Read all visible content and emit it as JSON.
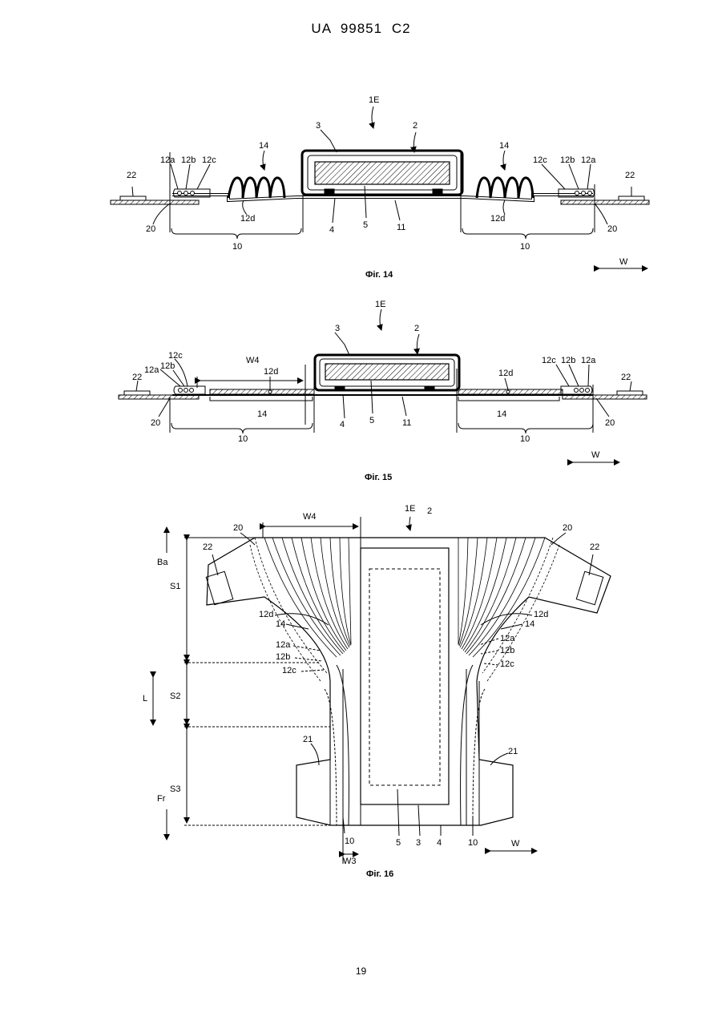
{
  "header": "UA   99851   C2",
  "page_number": "19",
  "fig14": {
    "caption": "Фіг. 14",
    "labels": {
      "ref1E": "1E",
      "ref2": "2",
      "ref3": "3",
      "ref14L": "14",
      "ref14R": "14",
      "ref12aL": "12a",
      "ref12bL": "12b",
      "ref12cL": "12c",
      "ref12cR": "12c",
      "ref12bR": "12b",
      "ref12aR": "12a",
      "ref22L": "22",
      "ref22R": "22",
      "ref12dL": "12d",
      "ref12dR": "12d",
      "ref20L": "20",
      "ref20R": "20",
      "ref10L": "10",
      "ref10R": "10",
      "ref4": "4",
      "ref5": "5",
      "ref11": "11",
      "dirW": "W"
    }
  },
  "fig15": {
    "caption": "Фіг. 15",
    "labels": {
      "ref1E": "1E",
      "ref2": "2",
      "ref3": "3",
      "refW4": "W4",
      "ref12dL": "12d",
      "ref12dR": "12d",
      "ref12cL": "12c",
      "ref12aL": "12a",
      "ref12bL": "12b",
      "ref12cR": "12c",
      "ref12bR": "12b",
      "ref12aR": "12a",
      "ref22L": "22",
      "ref22R": "22",
      "ref20L": "20",
      "ref20R": "20",
      "ref14L": "14",
      "ref14R": "14",
      "ref10L": "10",
      "ref10R": "10",
      "ref4": "4",
      "ref5": "5",
      "ref11": "11",
      "dirW": "W"
    }
  },
  "fig16": {
    "caption": "Фіг. 16",
    "labels": {
      "refW4": "W4",
      "ref1E": "1E",
      "ref2": "2",
      "ref20L": "20",
      "ref20R": "20",
      "ref22L": "22",
      "ref22R": "22",
      "refBa": "Ba",
      "refS1": "S1",
      "refS2": "S2",
      "refS3": "S3",
      "refL": "L",
      "refFr": "Fr",
      "ref12dL": "12d",
      "ref14L": "14",
      "ref12aL": "12a",
      "ref12bL": "12b",
      "ref12cL": "12c",
      "ref12dR": "12d",
      "ref14R": "14",
      "ref12aR": "12a",
      "ref12bR": "12b",
      "ref12cR": "12c",
      "ref21L": "21",
      "ref21R": "21",
      "ref10L": "10",
      "ref5": "5",
      "ref3": "3",
      "ref4": "4",
      "ref10R": "10",
      "refW3": "W3",
      "dirW": "W"
    }
  }
}
